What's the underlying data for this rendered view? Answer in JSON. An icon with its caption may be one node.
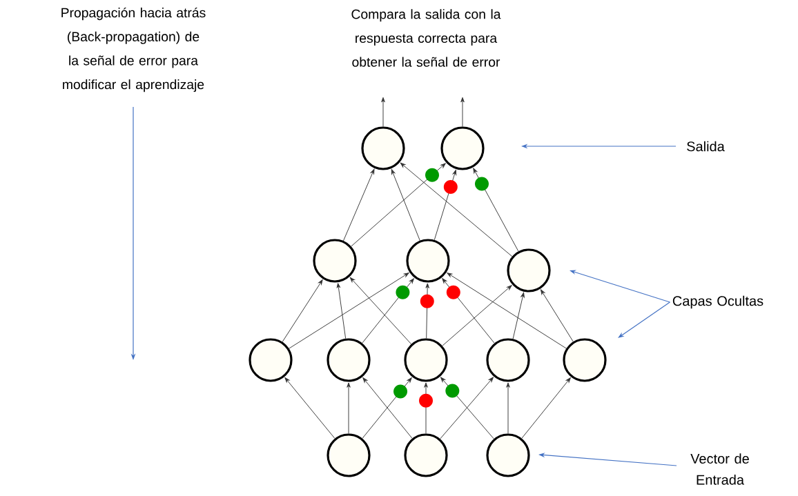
{
  "diagram": {
    "nodes": [
      {
        "text": [],
        "shape": "circle"
      },
      {
        "text": [],
        "shape": "circle"
      },
      {
        "text": [],
        "shape": "circle"
      },
      {
        "text": [],
        "shape": "circle"
      },
      {
        "text": [],
        "shape": "circle"
      },
      {
        "text": [],
        "shape": "circle"
      },
      {
        "text": [],
        "shape": "circle"
      },
      {
        "text": [],
        "shape": "circle"
      },
      {
        "text": [],
        "shape": "circle"
      },
      {
        "text": [],
        "shape": "circle"
      },
      {
        "text": [],
        "shape": "circle"
      },
      {
        "text": [],
        "shape": "circle"
      },
      {
        "text": [],
        "shape": "circle"
      },
      {
        "text": [
          "Salida"
        ]
      },
      {
        "text": [
          "Capas Ocultas"
        ]
      },
      {
        "text": [
          "Vector de Entrada"
        ]
      }
    ],
    "edges": [
      {
        "from": 0,
        "to": null,
        "arrow": "to"
      },
      {
        "from": 1,
        "to": null,
        "arrow": "to"
      },
      {
        "from": 2,
        "to": 0,
        "arrow": "to"
      },
      {
        "from": 3,
        "to": 0,
        "arrow": "to"
      },
      {
        "from": 4,
        "to": 0,
        "arrow": "to"
      },
      {
        "from": 2,
        "to": 1,
        "arrow": "to"
      },
      {
        "from": 3,
        "to": 1,
        "arrow": "to"
      },
      {
        "from": 4,
        "to": 1,
        "arrow": "to"
      },
      {
        "from": 5,
        "to": 2,
        "arrow": "to"
      },
      {
        "from": 5,
        "to": 3,
        "arrow": "to"
      },
      {
        "from": 6,
        "to": 2,
        "arrow": "to"
      },
      {
        "from": 6,
        "to": 3,
        "arrow": "to"
      },
      {
        "from": 7,
        "to": 2,
        "arrow": "to"
      },
      {
        "from": 7,
        "to": 3,
        "arrow": "to"
      },
      {
        "from": 7,
        "to": 4,
        "arrow": "to"
      },
      {
        "from": 8,
        "to": 3,
        "arrow": "to"
      },
      {
        "from": 8,
        "to": 4,
        "arrow": "to"
      },
      {
        "from": 9,
        "to": 3,
        "arrow": "to"
      },
      {
        "from": 9,
        "to": 4,
        "arrow": "to"
      },
      {
        "from": 10,
        "to": 5,
        "arrow": "to"
      },
      {
        "from": 10,
        "to": 6,
        "arrow": "to"
      },
      {
        "from": 10,
        "to": 7,
        "arrow": "to"
      },
      {
        "from": 11,
        "to": 6,
        "arrow": "to"
      },
      {
        "from": 11,
        "to": 7,
        "arrow": "to"
      },
      {
        "from": 11,
        "to": 8,
        "arrow": "to"
      },
      {
        "from": 12,
        "to": 7,
        "arrow": "to"
      },
      {
        "from": 12,
        "to": 8,
        "arrow": "to"
      },
      {
        "from": 12,
        "to": 9,
        "arrow": "to"
      },
      {
        "from": 13,
        "to": null,
        "arrow": "to",
        "color": "#4472c4"
      },
      {
        "from": 14,
        "to": null,
        "arrow": "to",
        "color": "#4472c4"
      },
      {
        "from": 14,
        "to": null,
        "arrow": "to",
        "color": "#4472c4"
      },
      {
        "from": 15,
        "to": null,
        "arrow": "to",
        "color": "#4472c4"
      }
    ],
    "labels": [
      "Propagación hacia atrás (Back-propagation) de la señal de error para modificar el aprendizaje",
      "Compara la salida con la respuesta correcta para obtener la señal de error"
    ]
  }
}
